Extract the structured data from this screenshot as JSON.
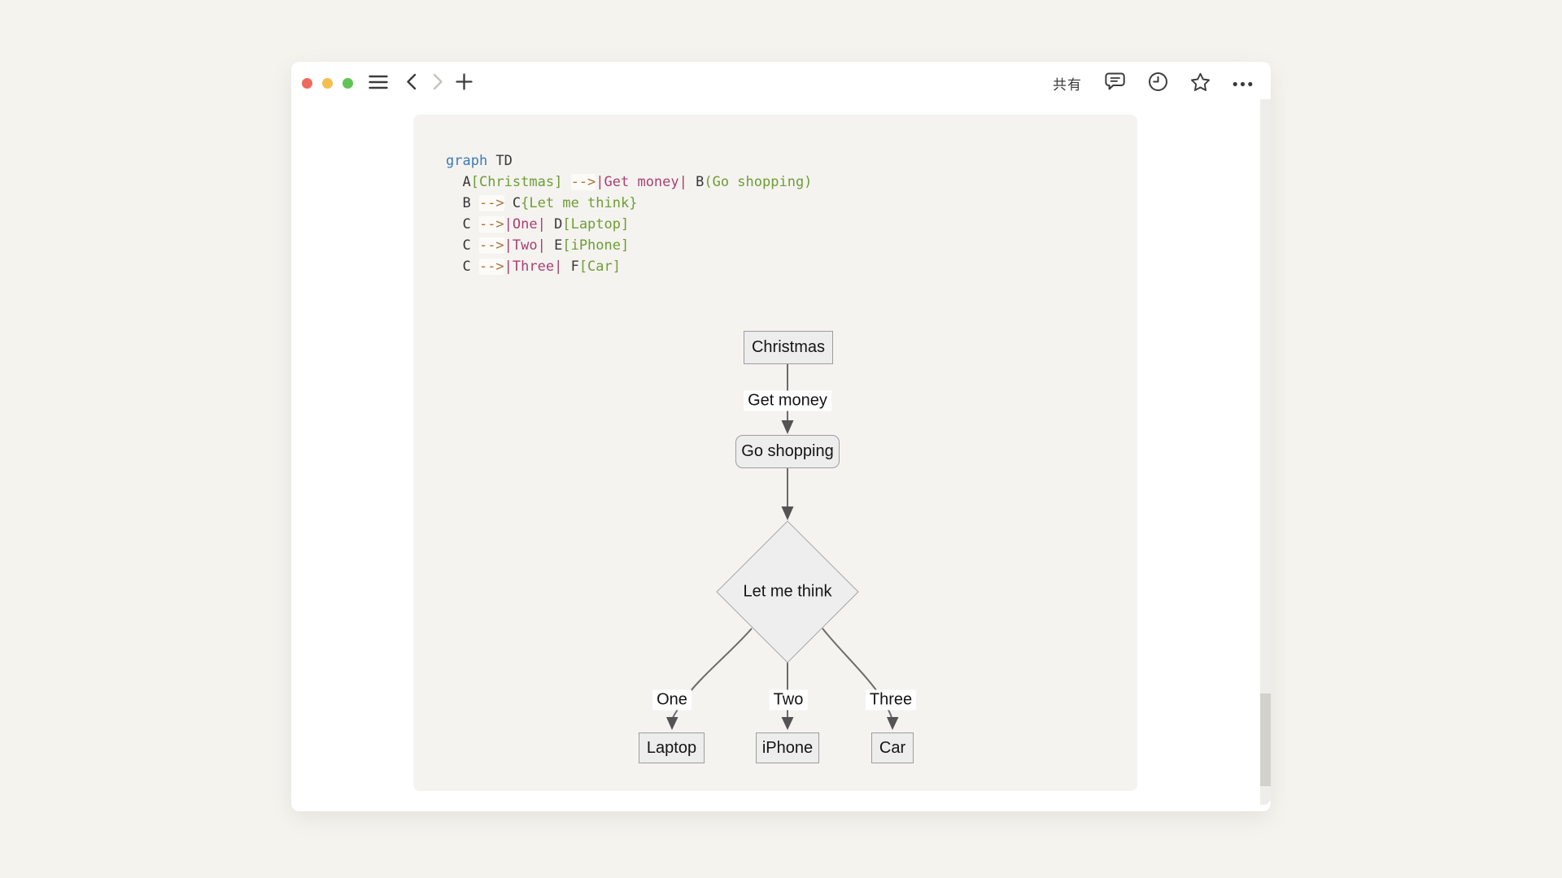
{
  "window": {
    "toolbar": {
      "traffic_lights": [
        "close",
        "minimize",
        "zoom"
      ],
      "share_label": "共有",
      "icon_names": [
        "menu-icon",
        "back-icon",
        "forward-icon",
        "new-note-icon",
        "comment-icon",
        "history-icon",
        "star-icon",
        "more-icon"
      ]
    },
    "editor": {
      "code": {
        "language": "mermaid",
        "lines": [
          {
            "tokens": [
              {
                "type": "keyword",
                "text": "graph"
              },
              {
                "type": "plain",
                "text": " TD"
              }
            ]
          },
          {
            "tokens": [
              {
                "type": "plain",
                "text": "  A"
              },
              {
                "type": "string",
                "text": "[Christmas]"
              },
              {
                "type": "plain",
                "text": " "
              },
              {
                "type": "operator",
                "text": "--&gt;"
              },
              {
                "type": "pipe",
                "text": "|Get money|"
              },
              {
                "type": "plain",
                "text": " B"
              },
              {
                "type": "string",
                "text": "(Go shopping)"
              }
            ],
            "raw": "  A[Christmas] -->|Get money| B(Go shopping)"
          },
          {
            "tokens": [
              {
                "type": "plain",
                "text": "  B "
              },
              {
                "type": "operator",
                "text": "--&gt;"
              },
              {
                "type": "plain",
                "text": " C"
              },
              {
                "type": "string",
                "text": "{Let me think}"
              }
            ],
            "raw": "  B --> C{Let me think}"
          },
          {
            "tokens": [
              {
                "type": "plain",
                "text": "  C "
              },
              {
                "type": "operator",
                "text": "--&gt;"
              },
              {
                "type": "pipe",
                "text": "|One|"
              },
              {
                "type": "plain",
                "text": " D"
              },
              {
                "type": "string",
                "text": "[Laptop]"
              }
            ],
            "raw": "  C -->|One| D[Laptop]"
          },
          {
            "tokens": [
              {
                "type": "plain",
                "text": "  C "
              },
              {
                "type": "operator",
                "text": "--&gt;"
              },
              {
                "type": "pipe",
                "text": "|Two|"
              },
              {
                "type": "plain",
                "text": " E"
              },
              {
                "type": "string",
                "text": "[iPhone]"
              }
            ],
            "raw": "  C -->|Two| E[iPhone]"
          },
          {
            "tokens": [
              {
                "type": "plain",
                "text": "  C "
              },
              {
                "type": "operator",
                "text": "--&gt;"
              },
              {
                "type": "pipe",
                "text": "|Three|"
              },
              {
                "type": "plain",
                "text": " F"
              },
              {
                "type": "string",
                "text": "[Car]"
              }
            ],
            "raw": "  C -->|Three| F[Car]"
          }
        ]
      },
      "diagram": {
        "type": "flowchart-top-down",
        "nodes": {
          "christmas": "Christmas",
          "go_shopping": "Go shopping",
          "let_me_think": "Let me think",
          "laptop": "Laptop",
          "iphone": "iPhone",
          "car": "Car"
        },
        "edge_labels": {
          "get_money": "Get money",
          "one": "One",
          "two": "Two",
          "three": "Three"
        },
        "edges": [
          {
            "from": "christmas",
            "to": "go_shopping",
            "label": "Get money"
          },
          {
            "from": "go_shopping",
            "to": "let_me_think",
            "label": ""
          },
          {
            "from": "let_me_think",
            "to": "laptop",
            "label": "One"
          },
          {
            "from": "let_me_think",
            "to": "iphone",
            "label": "Two"
          },
          {
            "from": "let_me_think",
            "to": "car",
            "label": "Three"
          }
        ]
      }
    }
  },
  "colors": {
    "desktop_background": "#f5f3ee",
    "window_background": "#ffffff",
    "panel_background": "#f4f3f0",
    "traffic_red": "#ed6a5e",
    "traffic_yellow": "#f4bf4f",
    "traffic_green": "#5ec454",
    "code_keyword": "#3d7ab8",
    "code_string": "#6f9d35",
    "code_pipe": "#ab3f71",
    "code_operator": "#a9713c",
    "node_fill": "#ededed",
    "node_border": "#9d9d9d",
    "edge_line": "#6b6b6b",
    "arrowhead": "#545454",
    "scrollbar_thumb": "#d2d1cb"
  }
}
